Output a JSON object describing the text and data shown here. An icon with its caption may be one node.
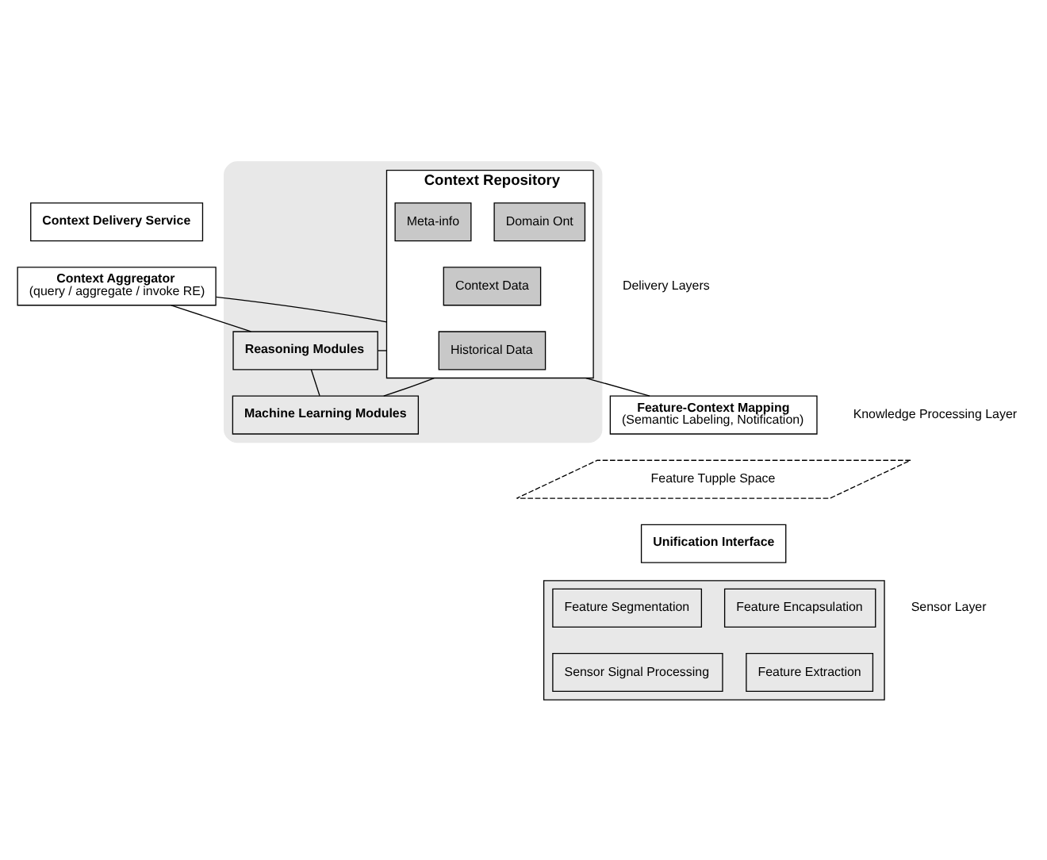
{
  "diagram": {
    "nodes": [
      {
        "text": [
          "Context Delivery Service"
        ]
      },
      {
        "text": [
          "Context Aggregator",
          "(query / aggregate / invoke RE)"
        ]
      },
      {
        "text": [],
        "shape": "box"
      },
      {
        "text": [
          "Context Repository"
        ],
        "in": 2
      },
      {
        "text": [
          "Domain Ont"
        ],
        "in": 3
      },
      {
        "text": [
          "Meta-info"
        ],
        "in": 3
      },
      {
        "text": [
          "Context Data"
        ],
        "in": 3
      },
      {
        "text": [
          "Historical Data"
        ],
        "in": 3
      },
      {
        "text": [
          "Reasoning Modules"
        ],
        "in": 2
      },
      {
        "text": [
          "Machine Learning Modules"
        ],
        "in": 2
      },
      {
        "text": [
          "Feature-Context Mapping",
          "(Semantic Labeling, Notification)"
        ]
      },
      {
        "text": [
          "Feature Tupple Space"
        ]
      },
      {
        "text": [],
        "shape": "box"
      },
      {
        "text": [
          "Unification Interface"
        ]
      },
      {
        "text": [
          "Feature Encapsulation"
        ],
        "in": 12
      },
      {
        "text": [
          "Feature Segmentation"
        ],
        "in": 12
      },
      {
        "text": [
          "Feature Extraction"
        ],
        "in": 12
      },
      {
        "text": [
          "Sensor Signal Processing"
        ],
        "in": 12
      }
    ],
    "edges": [
      {
        "from": 1,
        "to": 3,
        "arrow": "none"
      },
      {
        "from": 1,
        "to": 8,
        "arrow": "none"
      },
      {
        "from": 3,
        "to": 8,
        "arrow": "none"
      },
      {
        "from": 8,
        "to": 9,
        "arrow": "none"
      },
      {
        "from": 3,
        "to": 9,
        "arrow": "none"
      },
      {
        "from": 3,
        "to": 10,
        "arrow": "none"
      }
    ],
    "labels": [
      "Delivery Layers",
      "Knowledge Processing Layer",
      "Sensor Layer"
    ]
  }
}
